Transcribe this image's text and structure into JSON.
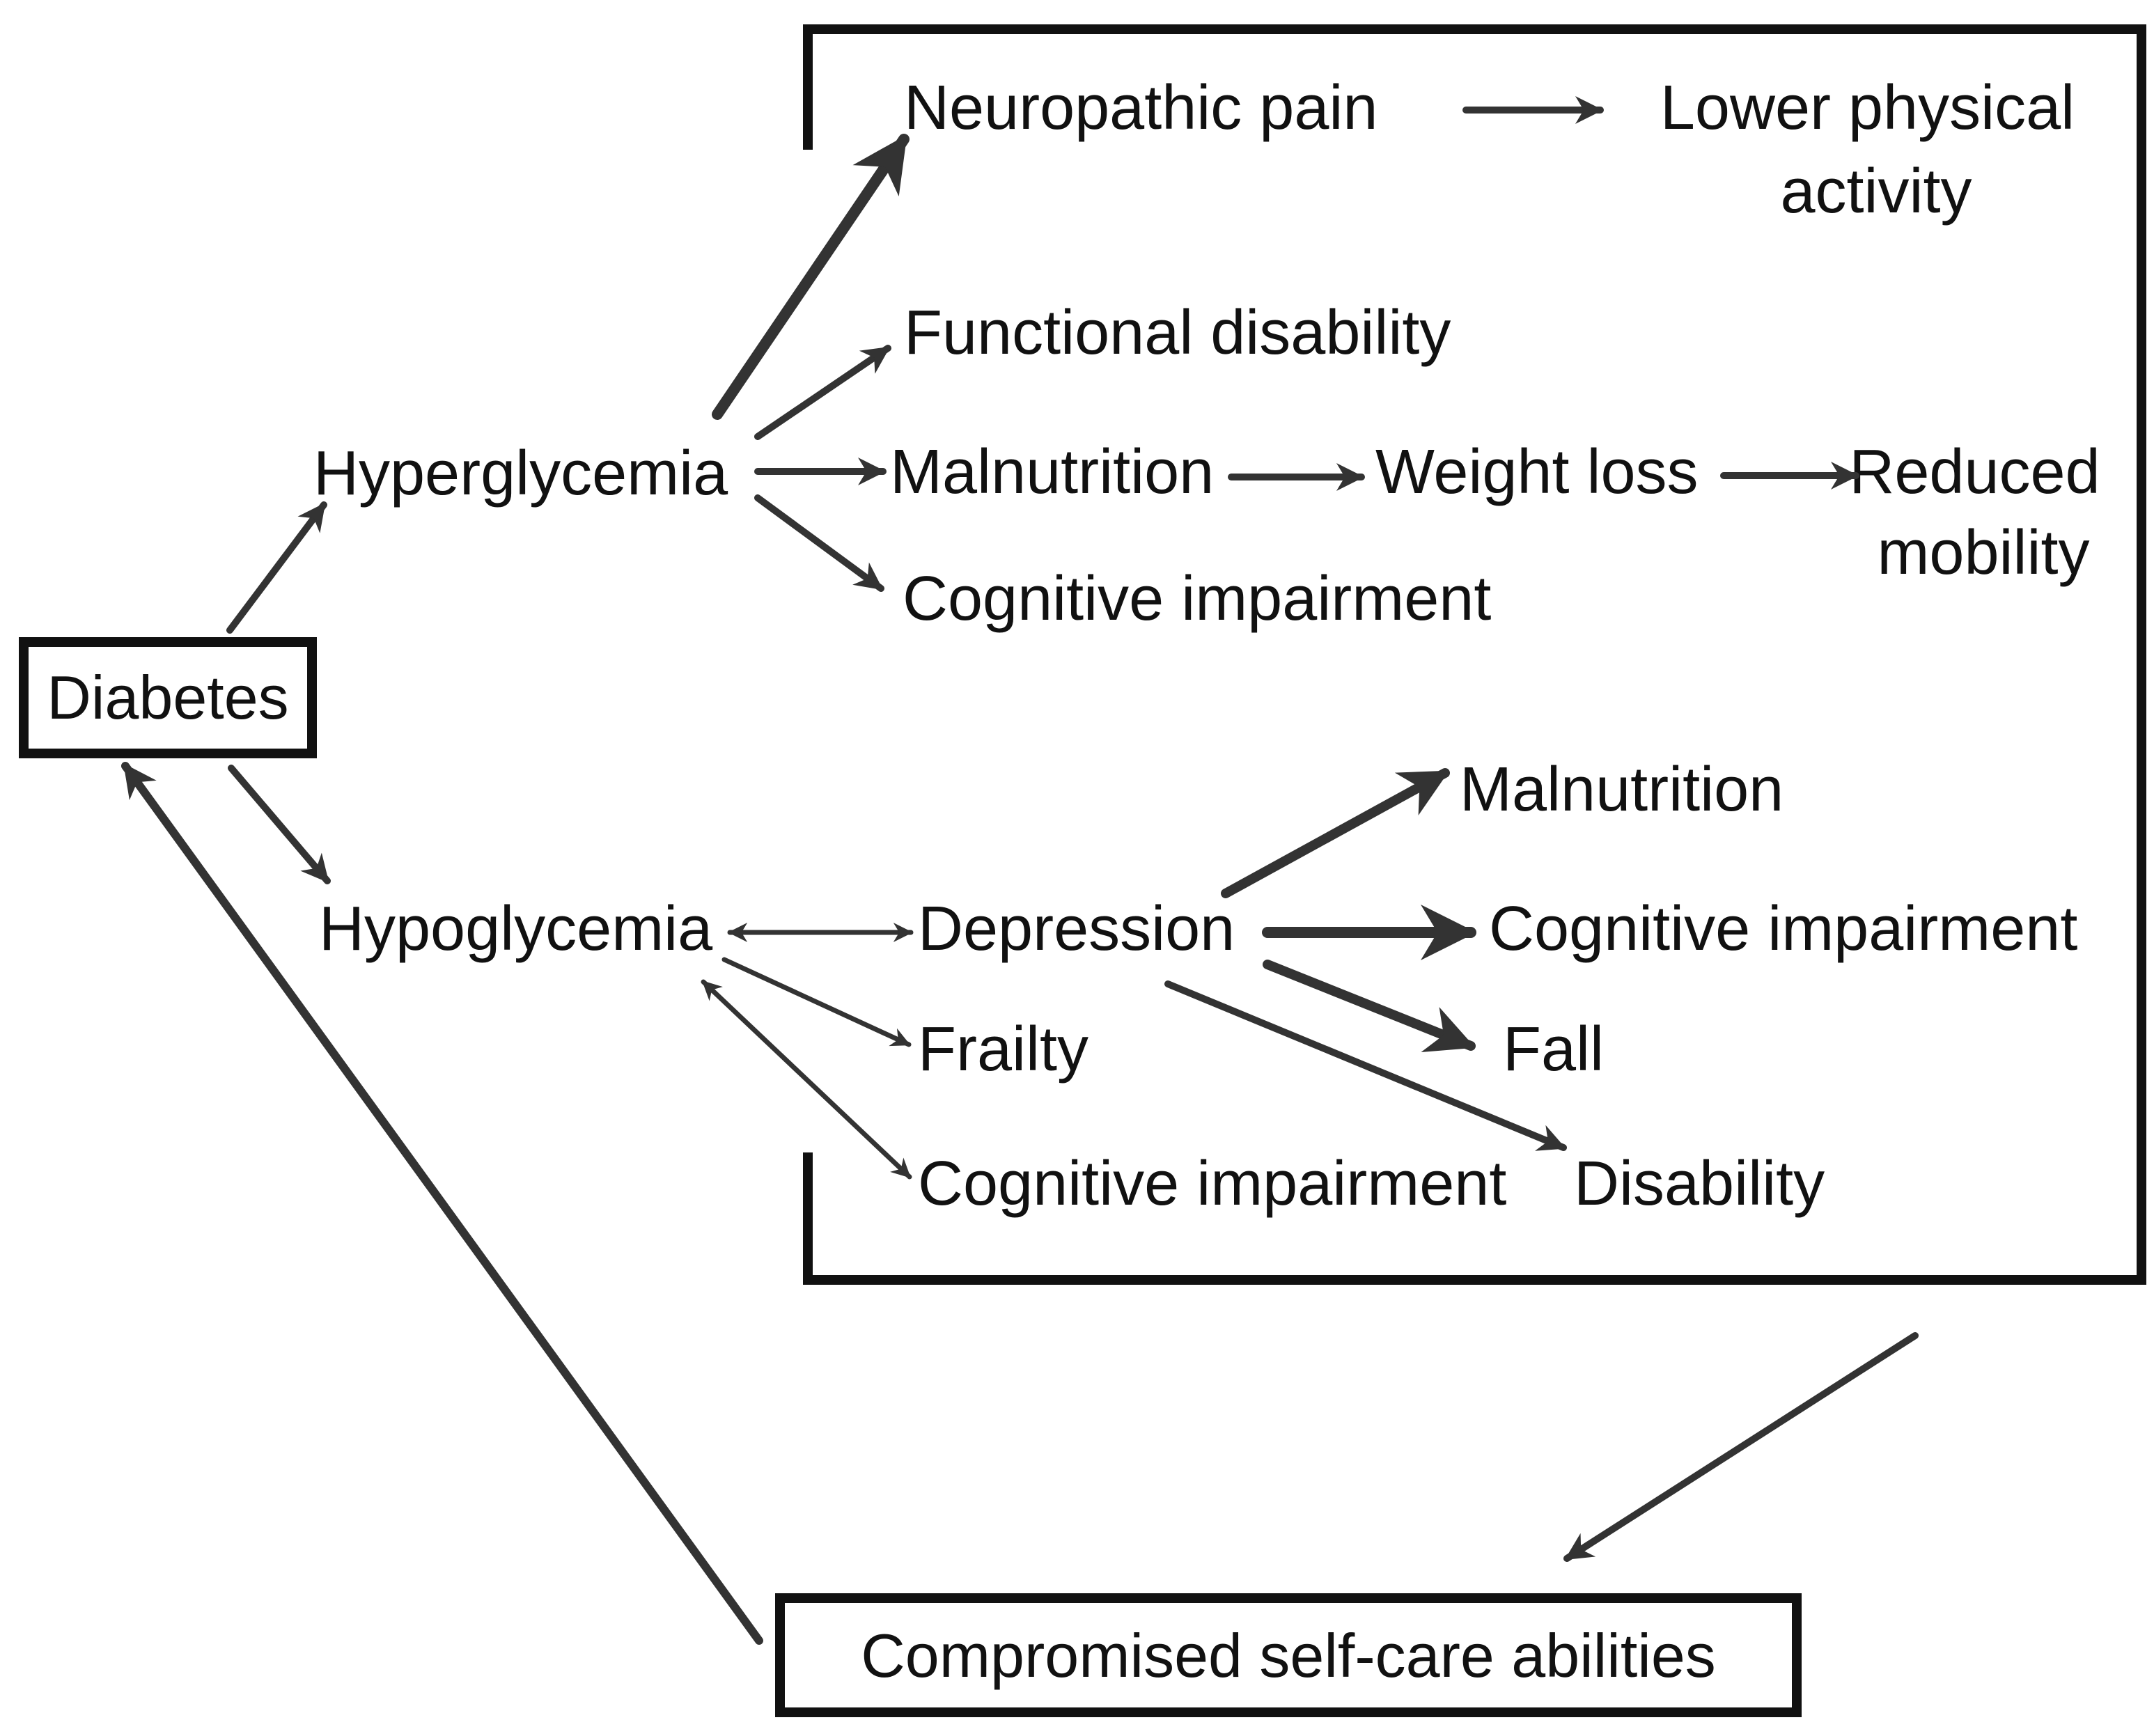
{
  "nodes": {
    "diabetes": "Diabetes",
    "hyperglycemia": "Hyperglycemia",
    "hypoglycemia": "Hypoglycemia",
    "neuropathic_pain": "Neuropathic pain",
    "lower_physical_activity": [
      "Lower physical",
      "activity"
    ],
    "functional_disability": "Functional disability",
    "malnutrition_hyper": "Malnutrition",
    "weight_loss": "Weight loss",
    "reduced_mobility": [
      "Reduced",
      "mobility"
    ],
    "cognitive_impairment_hyper": "Cognitive impairment",
    "depression": "Depression",
    "malnutrition_depression": "Malnutrition",
    "cognitive_impairment_depression": "Cognitive impairment",
    "fall": "Fall",
    "disability": "Disability",
    "frailty": "Frailty",
    "cognitive_impairment_hypo": "Cognitive impairment",
    "compromised_self_care": "Compromised self-care abilities"
  },
  "colors": {
    "arrow": "#333333",
    "text": "#111111",
    "box": "#111111",
    "background": "#ffffff"
  }
}
